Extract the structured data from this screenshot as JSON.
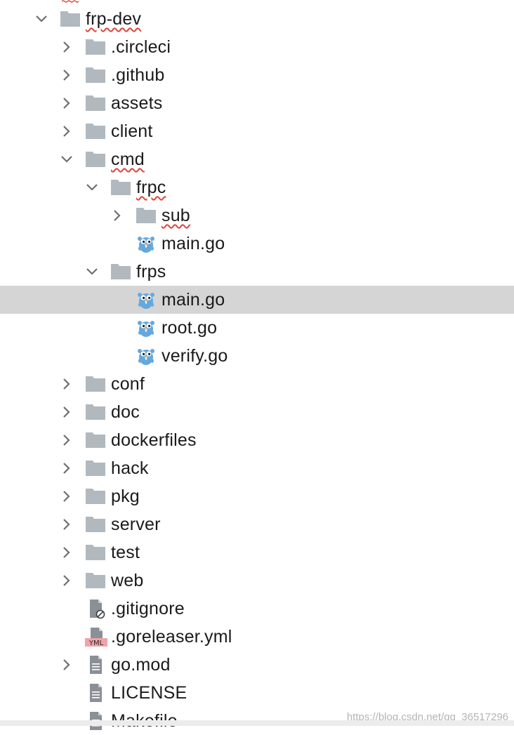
{
  "tree": [
    {
      "label": "frp-dev",
      "depth": 0,
      "icon": "folder",
      "state": "expanded",
      "spell": true
    },
    {
      "label": ".circleci",
      "depth": 1,
      "icon": "folder",
      "state": "collapsed"
    },
    {
      "label": ".github",
      "depth": 1,
      "icon": "folder",
      "state": "collapsed"
    },
    {
      "label": "assets",
      "depth": 1,
      "icon": "folder",
      "state": "collapsed"
    },
    {
      "label": "client",
      "depth": 1,
      "icon": "folder",
      "state": "collapsed"
    },
    {
      "label": "cmd",
      "depth": 1,
      "icon": "folder",
      "state": "expanded",
      "spell": true
    },
    {
      "label": "frpc",
      "depth": 2,
      "icon": "folder",
      "state": "expanded",
      "spell": true
    },
    {
      "label": "sub",
      "depth": 3,
      "icon": "folder",
      "state": "collapsed",
      "spell": true
    },
    {
      "label": "main.go",
      "depth": 3,
      "icon": "go-gopher",
      "state": "leaf"
    },
    {
      "label": "frps",
      "depth": 2,
      "icon": "folder",
      "state": "expanded"
    },
    {
      "label": "main.go",
      "depth": 3,
      "icon": "go-gopher",
      "state": "leaf",
      "selected": true
    },
    {
      "label": "root.go",
      "depth": 3,
      "icon": "go-gopher",
      "state": "leaf"
    },
    {
      "label": "verify.go",
      "depth": 3,
      "icon": "go-gopher",
      "state": "leaf"
    },
    {
      "label": "conf",
      "depth": 1,
      "icon": "folder",
      "state": "collapsed"
    },
    {
      "label": "doc",
      "depth": 1,
      "icon": "folder",
      "state": "collapsed"
    },
    {
      "label": "dockerfiles",
      "depth": 1,
      "icon": "folder",
      "state": "collapsed"
    },
    {
      "label": "hack",
      "depth": 1,
      "icon": "folder",
      "state": "collapsed"
    },
    {
      "label": "pkg",
      "depth": 1,
      "icon": "folder",
      "state": "collapsed"
    },
    {
      "label": "server",
      "depth": 1,
      "icon": "folder",
      "state": "collapsed"
    },
    {
      "label": "test",
      "depth": 1,
      "icon": "folder",
      "state": "collapsed"
    },
    {
      "label": "web",
      "depth": 1,
      "icon": "folder",
      "state": "collapsed"
    },
    {
      "label": ".gitignore",
      "depth": 1,
      "icon": "gitignore-file",
      "state": "leaf"
    },
    {
      "label": ".goreleaser.yml",
      "depth": 1,
      "icon": "yml-file",
      "state": "leaf"
    },
    {
      "label": "go.mod",
      "depth": 1,
      "icon": "text-file",
      "state": "collapsed"
    },
    {
      "label": "LICENSE",
      "depth": 1,
      "icon": "text-file",
      "state": "leaf"
    },
    {
      "label": "Makefile",
      "depth": 1,
      "icon": "text-file",
      "state": "leaf"
    }
  ],
  "yml_badge": "YML",
  "watermark": "https://blog.csdn.net/qq_36517296",
  "colors": {
    "folder": "#b1b9bf",
    "chevron": "#6e6e6e",
    "selected_row": "#d5d5d5",
    "gopher": "#67a8dc",
    "yml_badge": "#f0a3a8",
    "spell_underline": "#e0453a"
  }
}
